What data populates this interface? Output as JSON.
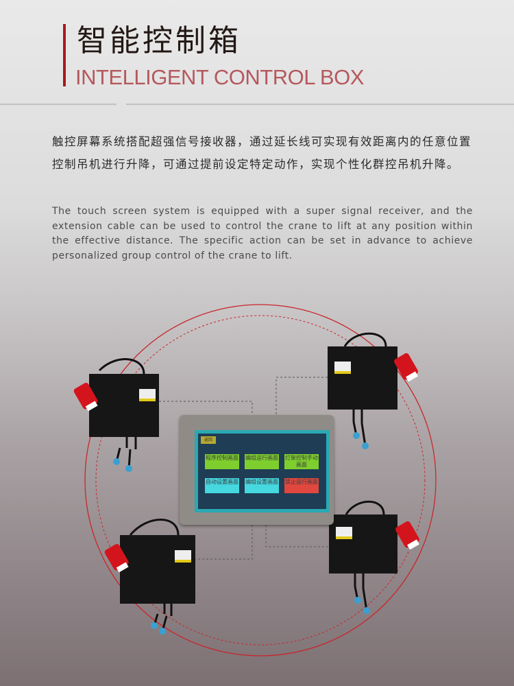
{
  "header": {
    "title": "智能控制箱",
    "subtitle": "INTELLIGENT CONTROL BOX"
  },
  "description": {
    "chinese": "触控屏幕系统搭配超强信号接收器，通过延长线可实现有效距离内的任意位置控制吊机进行升降，可通过提前设定特定动作，实现个性化群控吊机升降。",
    "english": "The touch screen system is equipped with a super signal receiver, and the extension cable can be used to control the crane to lift at any position within the effective distance. The specific action can be set in advance to achieve personalized group control of the crane to lift."
  },
  "touchscreen": {
    "back_label": "返回",
    "buttons": [
      {
        "label": "程序控制画面",
        "color": "#7ecf2e"
      },
      {
        "label": "编组运行画面",
        "color": "#7ecf2e"
      },
      {
        "label": "灯架控制手动画面",
        "color": "#7ecf2e"
      },
      {
        "label": "自动设置画面",
        "color": "#45d8e0"
      },
      {
        "label": "编组设置画面",
        "color": "#45d8e0"
      },
      {
        "label": "禁止运行画面",
        "color": "#e0473e"
      }
    ]
  },
  "colors": {
    "accent": "#a8191e",
    "subtitle": "#b5585d",
    "circle": "#c8262c"
  }
}
